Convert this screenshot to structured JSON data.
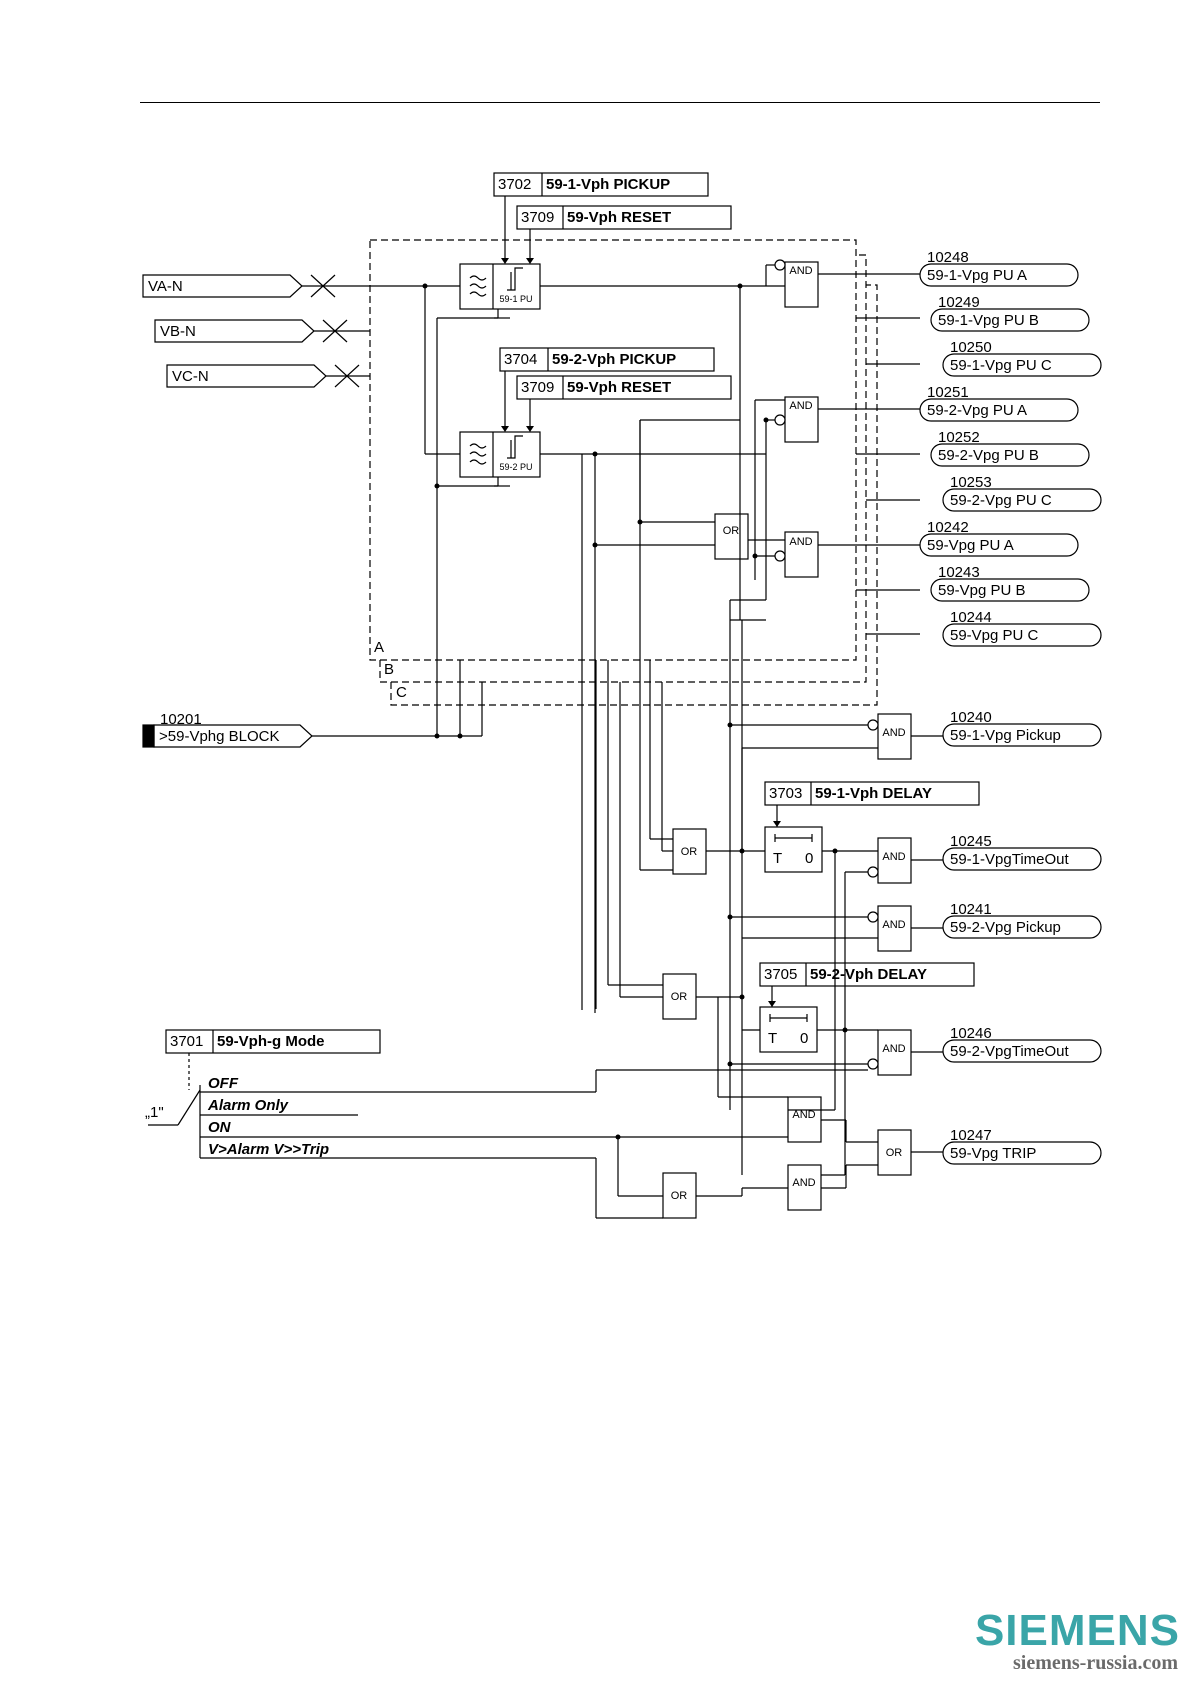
{
  "inputs": {
    "va": "VA-N",
    "vb": "VB-N",
    "vc": "VC-N",
    "block_no": "10201",
    "block": ">59-Vphg BLOCK"
  },
  "params": {
    "p3702": {
      "no": "3702",
      "name": "59-1-Vph PICKUP"
    },
    "p3709a": {
      "no": "3709",
      "name": "59-Vph RESET"
    },
    "p3704": {
      "no": "3704",
      "name": "59-2-Vph PICKUP"
    },
    "p3709b": {
      "no": "3709",
      "name": "59-Vph RESET"
    },
    "p3703": {
      "no": "3703",
      "name": "59-1-Vph DELAY"
    },
    "p3705": {
      "no": "3705",
      "name": "59-2-Vph DELAY"
    },
    "p3701": {
      "no": "3701",
      "name": "59-Vph-g Mode"
    }
  },
  "gates": {
    "and": "AND",
    "or": "OR",
    "pu1": "59-1 PU",
    "pu2": "59-2 PU",
    "timer_t": "T",
    "timer_0": "0"
  },
  "phases": {
    "a": "A",
    "b": "B",
    "c": "C"
  },
  "mode_options": {
    "one": "„1\"",
    "off": "OFF",
    "alarm": "Alarm Only",
    "on": "ON",
    "trip": "V>Alarm V>>Trip"
  },
  "outputs": [
    {
      "no": "10248",
      "label": "59-1-Vpg PU A"
    },
    {
      "no": "10249",
      "label": "59-1-Vpg PU B"
    },
    {
      "no": "10250",
      "label": "59-1-Vpg PU C"
    },
    {
      "no": "10251",
      "label": "59-2-Vpg PU A"
    },
    {
      "no": "10252",
      "label": "59-2-Vpg PU B"
    },
    {
      "no": "10253",
      "label": "59-2-Vpg PU C"
    },
    {
      "no": "10242",
      "label": "59-Vpg PU A"
    },
    {
      "no": "10243",
      "label": "59-Vpg PU B"
    },
    {
      "no": "10244",
      "label": "59-Vpg PU C"
    },
    {
      "no": "10240",
      "label": "59-1-Vpg Pickup"
    },
    {
      "no": "10245",
      "label": "59-1-VpgTimeOut"
    },
    {
      "no": "10241",
      "label": "59-2-Vpg Pickup"
    },
    {
      "no": "10246",
      "label": "59-2-VpgTimeOut"
    },
    {
      "no": "10247",
      "label": "59-Vpg TRIP"
    }
  ],
  "footer": {
    "logo": "SIEMENS",
    "site": "siemens-russia.com"
  }
}
